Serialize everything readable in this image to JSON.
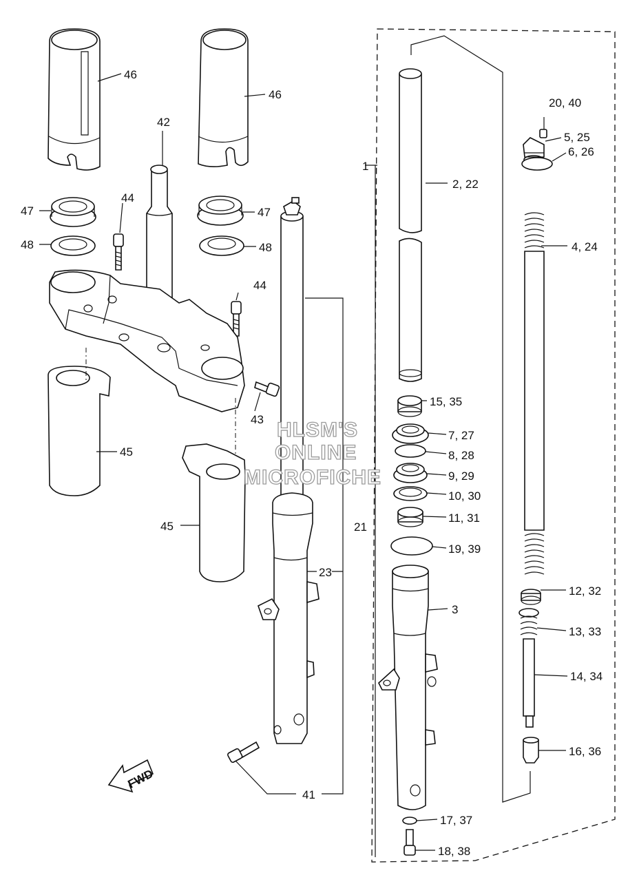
{
  "watermark": {
    "line1": "HLSM'S",
    "line2": "ONLINE",
    "line3": "MICROFICHE"
  },
  "fwd_label": "FWD",
  "callouts": {
    "c46a": "46",
    "c46b": "46",
    "c42": "42",
    "c47a": "47",
    "c47b": "47",
    "c48a": "48",
    "c48b": "48",
    "c44a": "44",
    "c44b": "44",
    "c43": "43",
    "c45a": "45",
    "c45b": "45",
    "c21": "21",
    "c23": "23",
    "c41": "41",
    "c1": "1",
    "c2": "2, 22",
    "c3": "3",
    "c4": "4, 24",
    "c5": "5, 25",
    "c6": "6, 26",
    "c7": "7, 27",
    "c8": "8, 28",
    "c9": "9, 29",
    "c10": "10, 30",
    "c11": "11, 31",
    "c12": "12, 32",
    "c13": "13, 33",
    "c14": "14, 34",
    "c15": "15, 35",
    "c16": "16, 36",
    "c17": "17, 37",
    "c18": "18, 38",
    "c19": "19, 39",
    "c20": "20, 40"
  }
}
